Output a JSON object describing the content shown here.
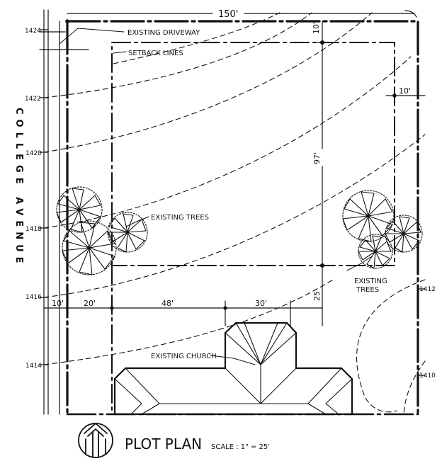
{
  "title": "PLOT PLAN",
  "scale": "SCALE : 1\" = 25'",
  "street": "COLLEGE AVENUE",
  "dimensions": {
    "lot_width": "150'",
    "top_setback": "10'",
    "side_setback": "10'",
    "depth": "97'",
    "front_setback": "25'",
    "bottom_left_gap": "10'",
    "offset": "20'",
    "church_left": "48'",
    "church_center": "30'"
  },
  "labels": {
    "driveway": "EXISTING DRIVEWAY",
    "setback": "SETBACK LINES",
    "trees_left": "EXISTING TREES",
    "trees_right_1": "EXISTING",
    "trees_right_2": "TREES",
    "church": "EXISTING CHURCH"
  },
  "contours_left": [
    "1424",
    "1422",
    "1420",
    "1418",
    "1416",
    "1414"
  ],
  "contours_right": [
    "1412",
    "1410"
  ],
  "colors": {
    "ink": "#111111",
    "paper": "#ffffff"
  }
}
